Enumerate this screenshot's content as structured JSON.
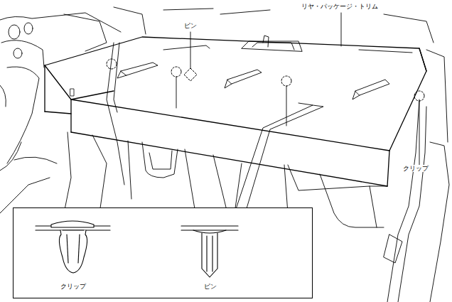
{
  "diagram": {
    "nodes": [
      {
        "text": [
          "クリップ",
          "ピン"
        ]
      }
    ],
    "labels": [
      "リヤ・パッケージ・トリム",
      "ピン",
      "クリップ"
    ]
  }
}
